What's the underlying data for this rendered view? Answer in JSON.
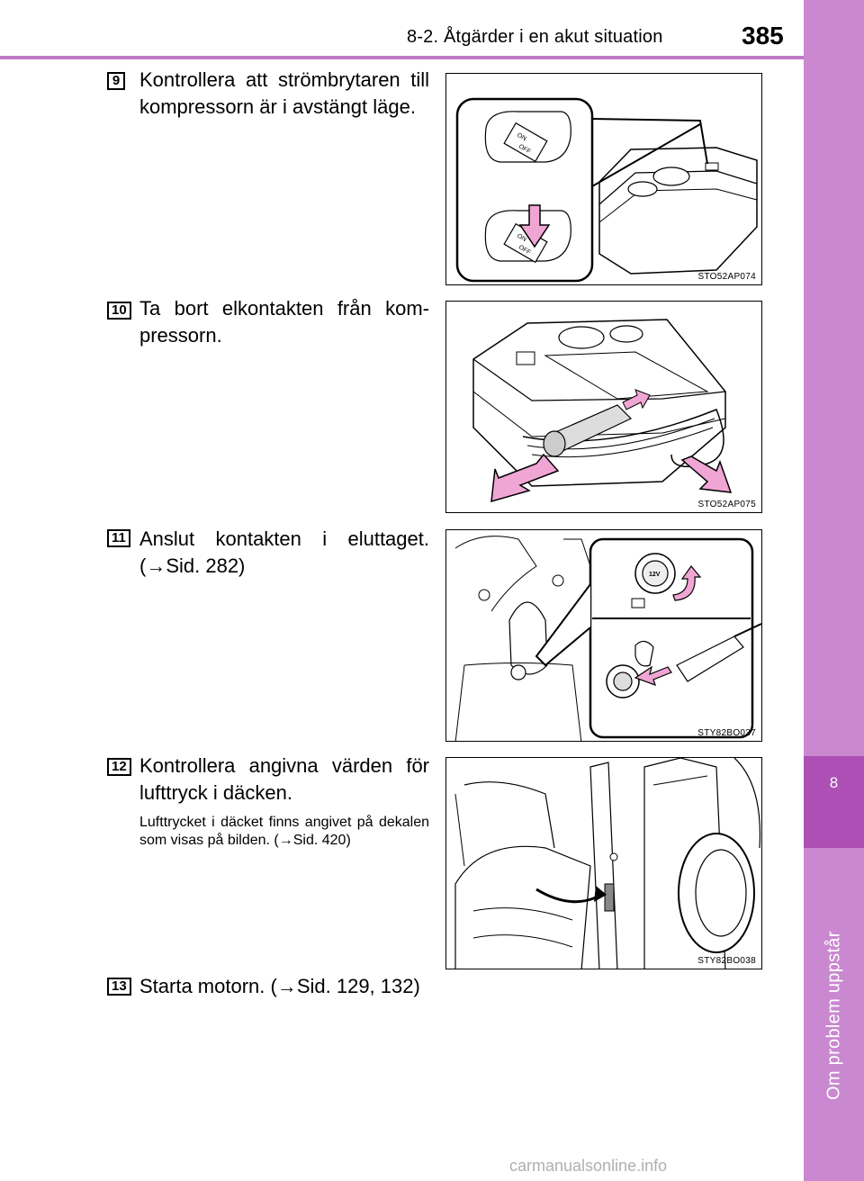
{
  "header": {
    "section_title": "8-2. Åtgärder i en akut situation",
    "page_number": "385"
  },
  "sidebar": {
    "chapter_number": "8",
    "chapter_label": "Om problem uppstår"
  },
  "steps": [
    {
      "number": "9",
      "text": "Kontrollera att strömbrytaren till kompressorn är i avstängt läge.",
      "figure_code": "STO52AP074",
      "switch_on": "ON",
      "switch_off": "OFF"
    },
    {
      "number": "10",
      "text": "Ta bort elkontakten från kom-pressorn.",
      "figure_code": "STO52AP075"
    },
    {
      "number": "11",
      "text": "Anslut kontakten i eluttaget. (→Sid. 282)",
      "figure_code": "STY82BO037",
      "outlet_label": "12V"
    },
    {
      "number": "12",
      "text": "Kontrollera angivna värden för lufttryck i däcken.",
      "note": "Lufttrycket i däcket finns angivet på dekalen som visas på bilden. (→Sid. 420)",
      "figure_code": "STY82BO038"
    },
    {
      "number": "13",
      "text": "Starta motorn. (→Sid. 129, 132)"
    }
  ],
  "watermark": "carmanualsonline.info",
  "colors": {
    "accent": "#c079c6",
    "sidebar": "#c988cf",
    "chapter_tab": "#ad4fb5",
    "arrow_pink": "#f0a6d4"
  }
}
